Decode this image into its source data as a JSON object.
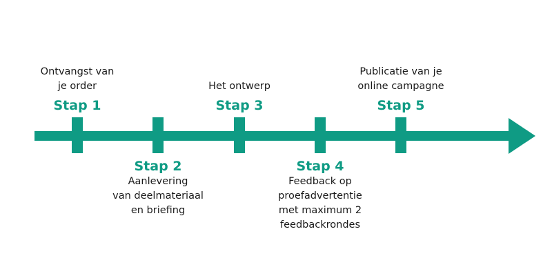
{
  "colors": {
    "accent": "#0f9b84",
    "text": "#1a1a1a"
  },
  "steps": [
    {
      "label": "Stap 1",
      "position": "above",
      "description": [
        "Ontvangst van",
        "je order"
      ]
    },
    {
      "label": "Stap 2",
      "position": "below",
      "description": [
        "Aanlevering",
        "van deelmateriaal",
        "en briefing"
      ]
    },
    {
      "label": "Stap 3",
      "position": "above",
      "description": [
        "Het ontwerp"
      ]
    },
    {
      "label": "Stap 4",
      "position": "below",
      "description": [
        "Feedback op",
        "proefadvertentie",
        "met maximum 2",
        "feedbackrondes"
      ]
    },
    {
      "label": "Stap 5",
      "position": "above",
      "description": [
        "Publicatie van je",
        "online campagne"
      ]
    }
  ]
}
